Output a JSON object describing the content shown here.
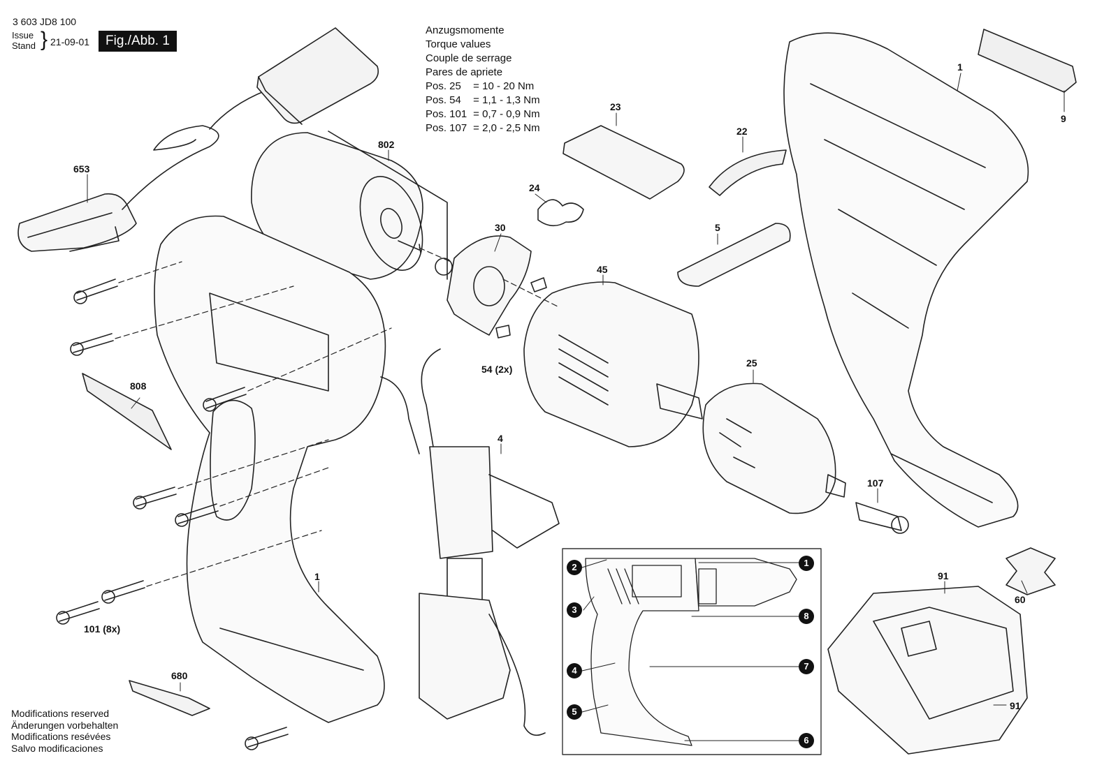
{
  "header": {
    "doc_number": "3 603 JD8 100",
    "issue_label": "Issue",
    "stand_label": "Stand",
    "date": "21-09-01",
    "figure": "Fig./Abb. 1"
  },
  "torque": {
    "lines": [
      "Anzugsmomente",
      "Torque values",
      "Couple de serrage",
      "Pares de apriete"
    ],
    "rows": [
      {
        "pos": "Pos. 25",
        "value": "= 10 - 20 Nm"
      },
      {
        "pos": "Pos. 54",
        "value": "= 1,1 - 1,3 Nm"
      },
      {
        "pos": "Pos. 101",
        "value": "= 0,7 - 0,9 Nm"
      },
      {
        "pos": "Pos. 107",
        "value": "= 2,0 - 2,5 Nm"
      }
    ]
  },
  "parts": [
    {
      "id": "653",
      "label": "653"
    },
    {
      "id": "802",
      "label": "802"
    },
    {
      "id": "23",
      "label": "23"
    },
    {
      "id": "22",
      "label": "22"
    },
    {
      "id": "24",
      "label": "24"
    },
    {
      "id": "30",
      "label": "30"
    },
    {
      "id": "5",
      "label": "5"
    },
    {
      "id": "45",
      "label": "45"
    },
    {
      "id": "1a",
      "label": "1"
    },
    {
      "id": "9",
      "label": "9"
    },
    {
      "id": "54",
      "label": "54 (2x)"
    },
    {
      "id": "808",
      "label": "808"
    },
    {
      "id": "25",
      "label": "25"
    },
    {
      "id": "4",
      "label": "4"
    },
    {
      "id": "107",
      "label": "107"
    },
    {
      "id": "1b",
      "label": "1"
    },
    {
      "id": "101",
      "label": "101 (8x)"
    },
    {
      "id": "680",
      "label": "680"
    },
    {
      "id": "91a",
      "label": "91"
    },
    {
      "id": "60",
      "label": "60"
    },
    {
      "id": "91b",
      "label": "91"
    }
  ],
  "inset_numbers": [
    "1",
    "2",
    "3",
    "4",
    "5",
    "6",
    "7",
    "8"
  ],
  "footer": {
    "lines": [
      "Modifications reserved",
      "Änderungen vorbehalten",
      "Modifications resévées",
      "Salvo modificaciones"
    ]
  }
}
